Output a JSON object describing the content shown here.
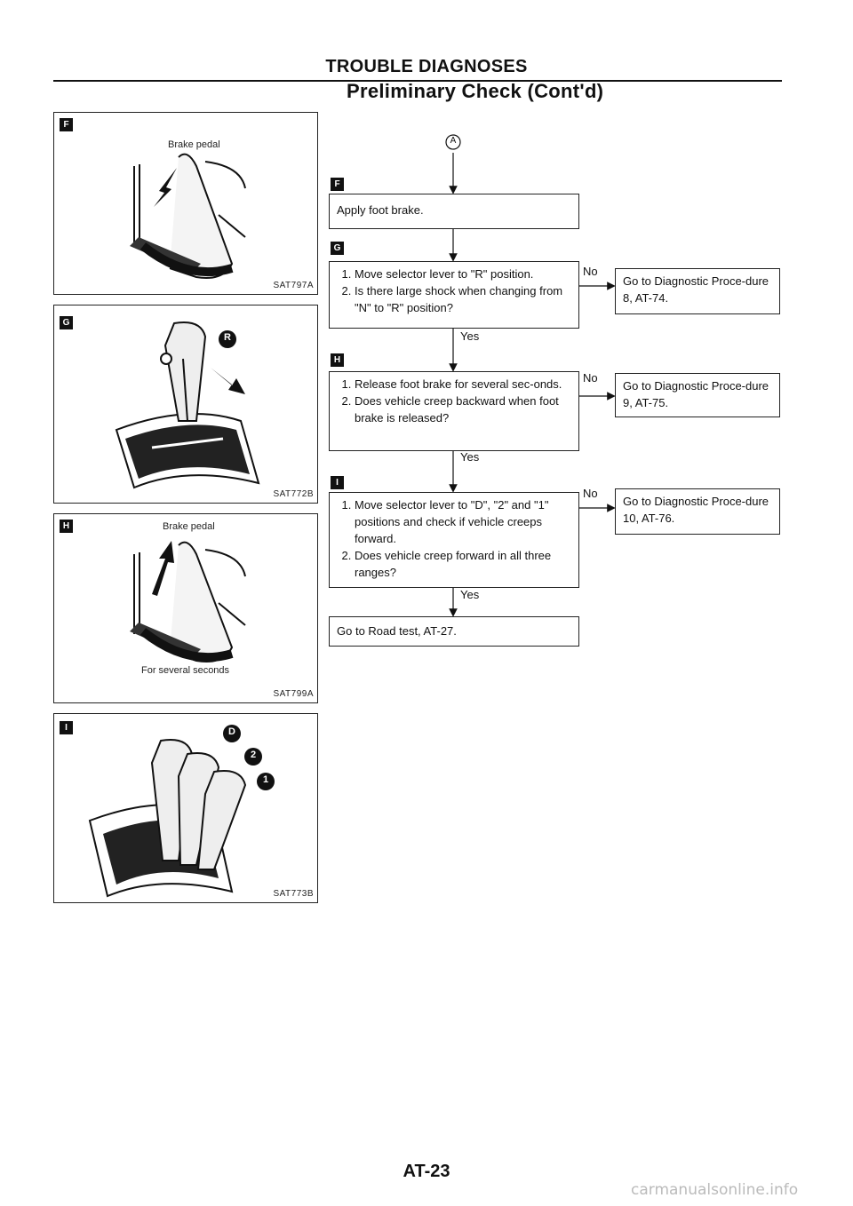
{
  "header": {
    "title": "TROUBLE DIAGNOSES",
    "subtitle": "Preliminary Check (Cont'd)"
  },
  "panels": [
    {
      "tag": "F",
      "caption": "Brake pedal",
      "code": "SAT797A"
    },
    {
      "tag": "G",
      "caption": "",
      "code": "SAT772B",
      "marker": "R"
    },
    {
      "tag": "H",
      "caption": "Brake pedal",
      "caption2": "For several seconds",
      "code": "SAT799A"
    },
    {
      "tag": "I",
      "caption": "",
      "code": "SAT773B",
      "markers": [
        "D",
        "2",
        "1"
      ]
    }
  ],
  "flow": {
    "start": "A",
    "steps": [
      {
        "tag": "F",
        "lines": [
          "Apply foot brake."
        ]
      },
      {
        "tag": "G",
        "lines": [
          "Move selector lever to \"R\" position.",
          "Is there large shock when changing from \"N\" to \"R\" position?"
        ],
        "no_label": "No",
        "no_target": "Go to Diagnostic Proce-dure 8, AT-74.",
        "yes_label": "Yes"
      },
      {
        "tag": "H",
        "lines": [
          "Release foot brake for several sec-onds.",
          "Does vehicle creep backward when foot brake is released?"
        ],
        "no_label": "No",
        "no_target": "Go to Diagnostic Proce-dure 9, AT-75.",
        "yes_label": "Yes"
      },
      {
        "tag": "I",
        "lines": [
          "Move selector lever to \"D\", \"2\" and \"1\" positions and check if vehicle creeps forward.",
          "Does vehicle creep forward in all three ranges?"
        ],
        "no_label": "No",
        "no_target": "Go to Diagnostic Proce-dure 10, AT-76.",
        "yes_label": "Yes"
      }
    ],
    "end": "Go to Road test, AT-27."
  },
  "footer": {
    "page_number": "AT-23",
    "watermark": "carmanualsonline.info"
  }
}
